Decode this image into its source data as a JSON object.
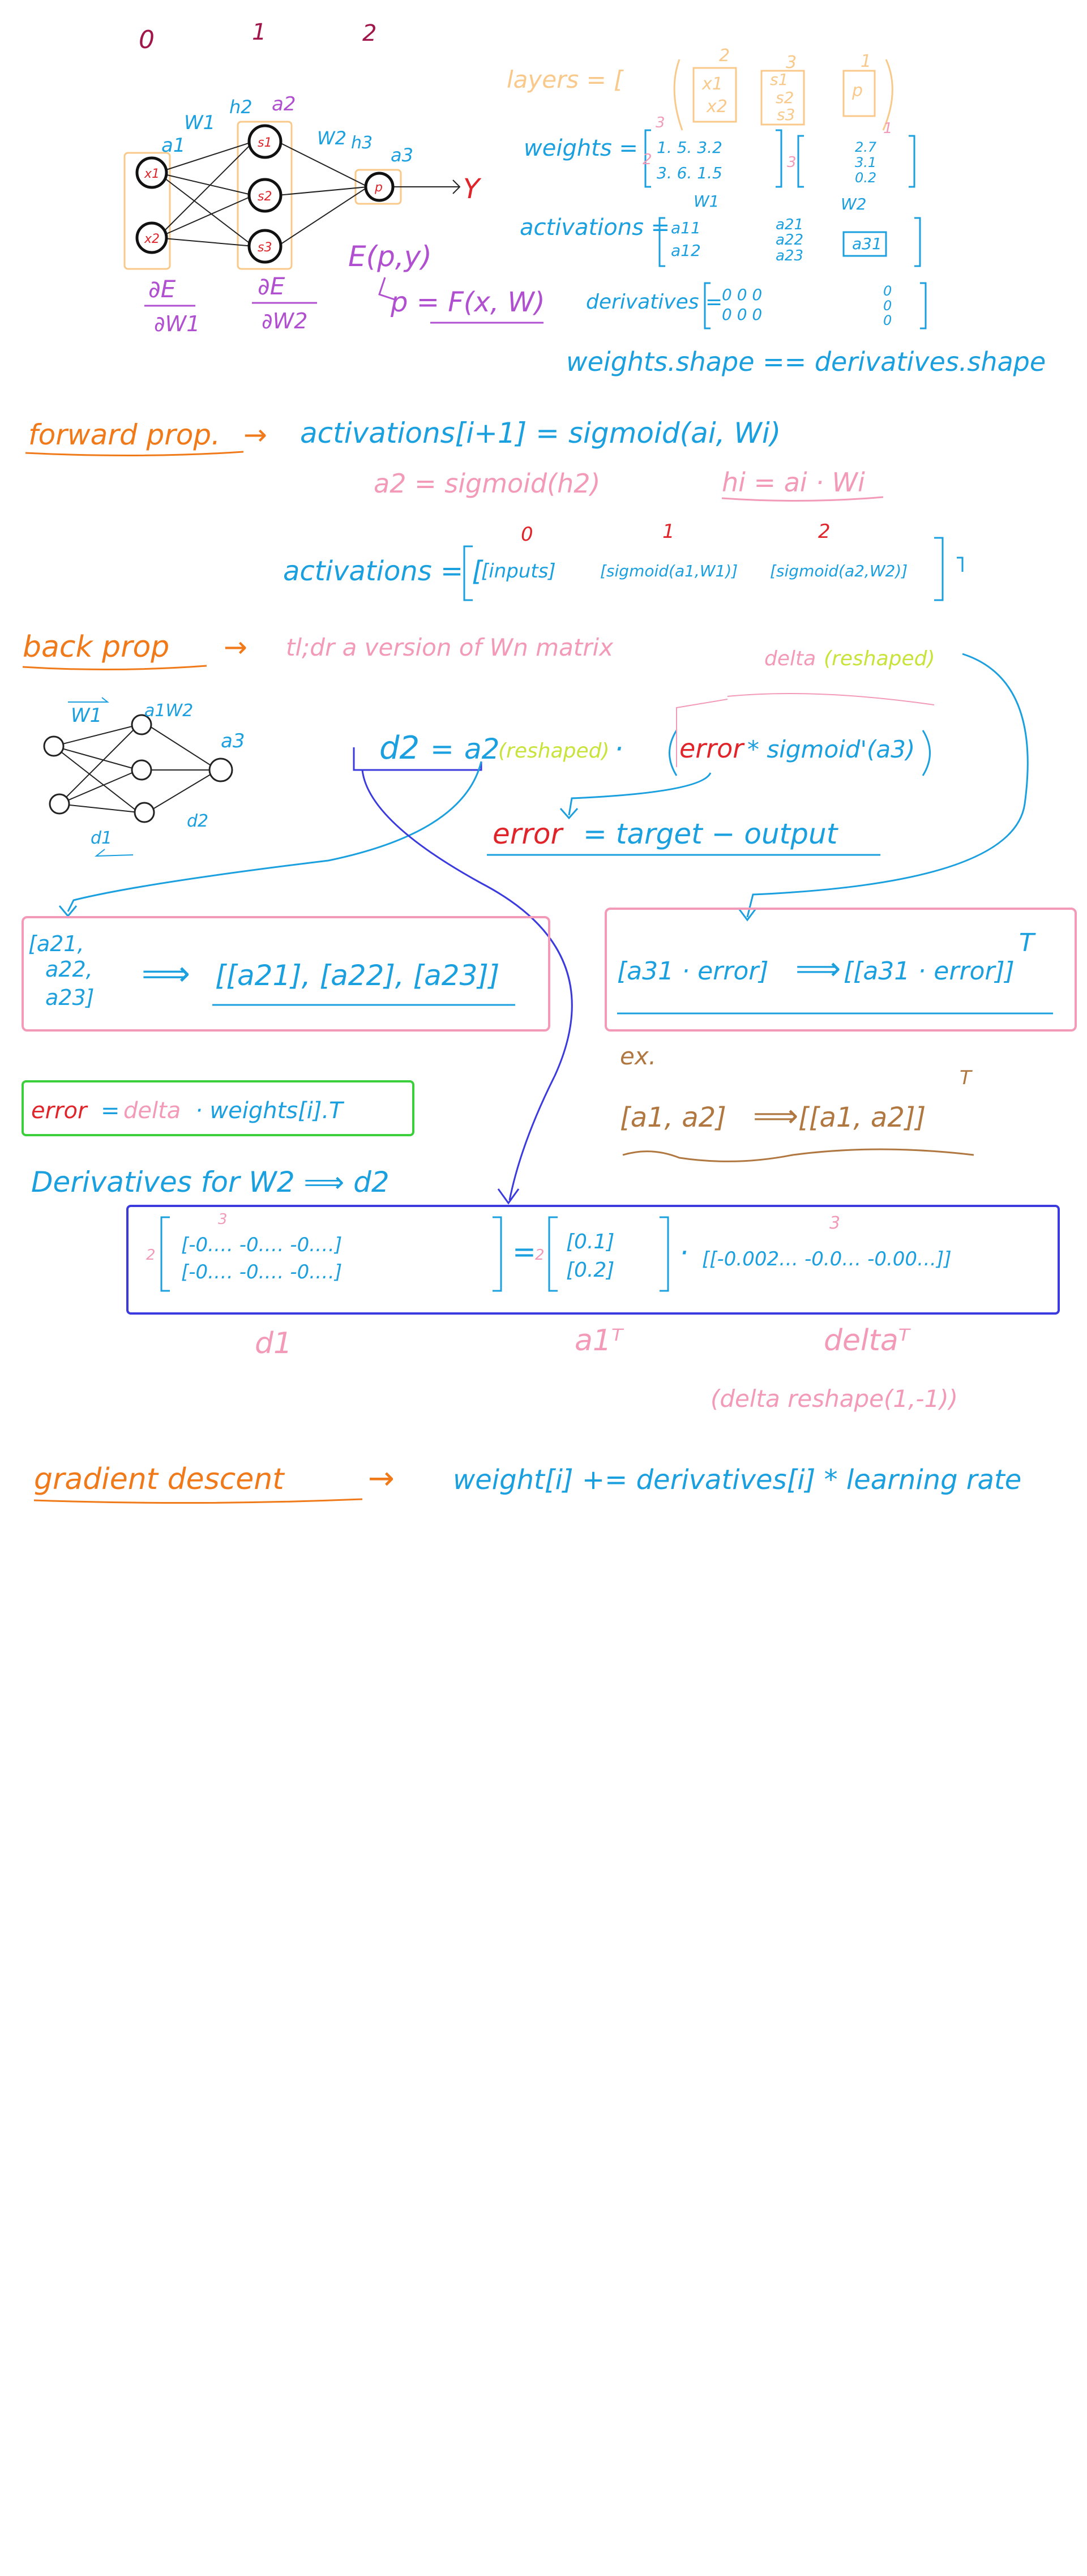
{
  "colors": {
    "maroon": "#a0154a",
    "blue": "#1a9fdf",
    "orange": "#f07a1a",
    "pink": "#f29ab7",
    "purple": "#b04fcf",
    "red": "#e0242a",
    "green": "#3ccf3c",
    "yellowgreen": "#c8e33a",
    "brown": "#b07840",
    "navy": "#3a3adf",
    "peach": "#f8c98a",
    "black": "#111111",
    "gray": "#666666"
  },
  "network": {
    "layer_indices": [
      "0",
      "1",
      "2"
    ],
    "input_nodes": [
      "x1",
      "x2"
    ],
    "hidden_nodes": [
      "s1",
      "s2",
      "s3"
    ],
    "output_node": "p",
    "w1_label": "W1",
    "w2_label": "W2",
    "a1_label": "a1",
    "h2_label": "h2",
    "a2_label": "a2",
    "h3_label": "h3",
    "a3_label": "a3",
    "y_label": "Y",
    "dE_dW1": [
      "∂E",
      "∂W1"
    ],
    "dE_dW2": [
      "∂E",
      "∂W2"
    ],
    "error_fn": "E(p,y)",
    "p_fn": "p = F(x, W)"
  },
  "structures": {
    "layers_label": "layers = [",
    "layers_indices": [
      "2",
      "3",
      "1"
    ],
    "layers_items": [
      "x1",
      "x2",
      "s1",
      "s2",
      "s3",
      "p"
    ],
    "weights_label": "weights =",
    "w1_rows": [
      "1.  5.  3.2",
      "3.  6.  1.5"
    ],
    "w1_dims": [
      "2",
      "3"
    ],
    "w2_rows": [
      "2.7",
      "3.1",
      "0.2"
    ],
    "w2_dims": [
      "3",
      "1"
    ],
    "w1_tag": "W1",
    "w2_tag": "W2",
    "activations_label": "activations =",
    "act_a1": [
      "a11",
      "a12"
    ],
    "act_a2": [
      "a21",
      "a22",
      "a23"
    ],
    "act_a3": "a31",
    "derivatives_label": "derivatives =",
    "deriv_zeros": [
      "0  0  0",
      "0  0  0",
      "0",
      "0",
      "0"
    ],
    "shape_note": "weights.shape == derivatives.shape"
  },
  "forward": {
    "title": "forward prop.",
    "arrow": "→",
    "formula": "activations[i+1] = sigmoid(ai, Wi)",
    "pink_formula": "a2 = sigmoid(h2)",
    "pink_h": "hi = ai · Wi",
    "act_label": "activations = [",
    "act_indices": [
      "0",
      "1",
      "2"
    ],
    "act_items": [
      "[inputs]",
      "[sigmoid(a1,W1)]",
      "[sigmoid(a2,W2)]"
    ]
  },
  "backprop": {
    "title": "back prop",
    "arrow": "→",
    "desc": "tl;dr a version of Wn matrix",
    "delta_note": "delta",
    "delta_paren": "(reshaped)",
    "small_w1": "W1",
    "small_a1w2": "a1W2",
    "small_a3": "a3",
    "small_d1": "d1",
    "small_d2": "d2",
    "d2": "d2",
    "eq": "=",
    "a2": "a2",
    "reshaped": "(reshaped)",
    "dot": "·",
    "error_word": "error",
    "times_sig": "* sigmoid'(a3)",
    "error_eq": "= target − output"
  },
  "boxes": {
    "pink_left_items": [
      "[a21,",
      "a22,",
      "a23]"
    ],
    "pink_left_result": "[[a21], [a22], [a23]]",
    "arrow": "⟹",
    "pink_right_left": "[a31 · error]",
    "pink_right_right": "[[a31 · error]]",
    "transpose": "T",
    "ex_label": "ex.",
    "ex_left": "[a1, a2]",
    "ex_right": "[[a1, a2]]",
    "green_error": "error",
    "green_eq": "=",
    "green_delta": "delta",
    "green_rest": "· weights[i].T",
    "deriv_title": "Derivatives for W2 ⟹ d2",
    "mat_left_rows": [
      "[-0.…   -0.…   -0.…]",
      "[-0.…   -0.…   -0.…]"
    ],
    "mat_left_dims": [
      "2",
      "3"
    ],
    "mat_mid_rows": [
      "[0.1]",
      "[0.2]"
    ],
    "mat_mid_dim": "2",
    "mat_right_row": "[[-0.002…  -0.0…   -0.00…]]",
    "mat_right_dim": "3",
    "under_d1": "d1",
    "under_a1t": "a1ᵀ",
    "under_deltat": "deltaᵀ",
    "reshape_note": "(delta reshape(1,-1))"
  },
  "gradient": {
    "title": "gradient descent",
    "arrow": "→",
    "formula": "weight[i] += derivatives[i] * learning rate"
  }
}
